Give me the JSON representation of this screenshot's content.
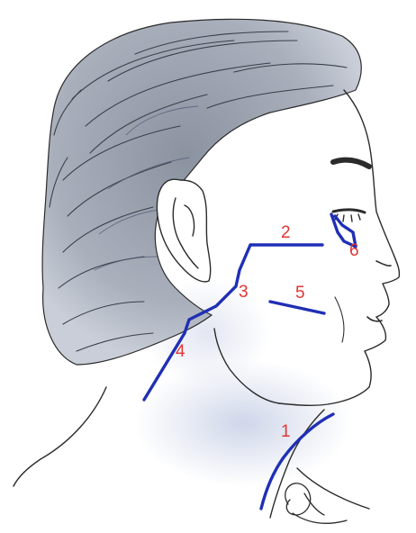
{
  "colors": {
    "background": "#ffffff",
    "sketch": "#2b2b2b",
    "hair_shade": "#9aa0ab",
    "hair_dark": "#6b7180",
    "skin_shadow": "#cfd6ea",
    "incision": "#1f2fb5",
    "label": "#e03535"
  },
  "labels": {
    "l1": "1",
    "l2": "2",
    "l3": "3",
    "l4": "4",
    "l5": "5",
    "l6": "6"
  }
}
